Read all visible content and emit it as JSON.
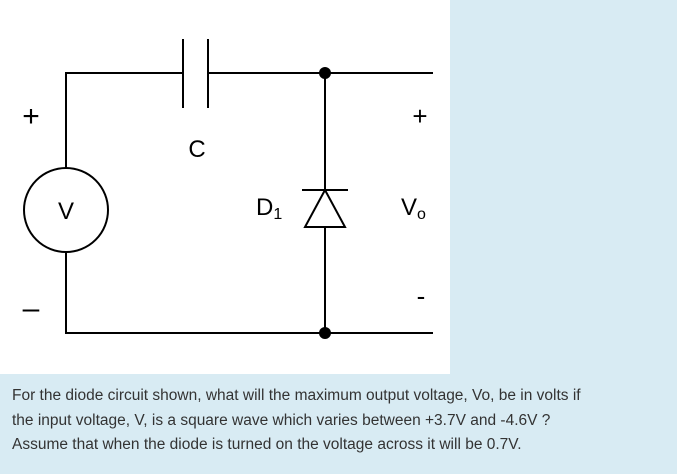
{
  "circuit": {
    "plus_left": "+",
    "minus_left": "–",
    "source_label": "V",
    "capacitor_label": "C",
    "diode_label_main": "D",
    "diode_label_sub": "1",
    "output_label_main": "V",
    "output_label_sub": "o",
    "plus_right": "+",
    "minus_right": "-"
  },
  "question": {
    "line1": "For the diode circuit shown, what will the maximum output voltage, Vo, be in volts if",
    "line2": "the input voltage, V, is a square wave which varies between +3.7V and -4.6V ?",
    "line3": " Assume that when the diode is turned on the voltage across it will be 0.7V."
  }
}
